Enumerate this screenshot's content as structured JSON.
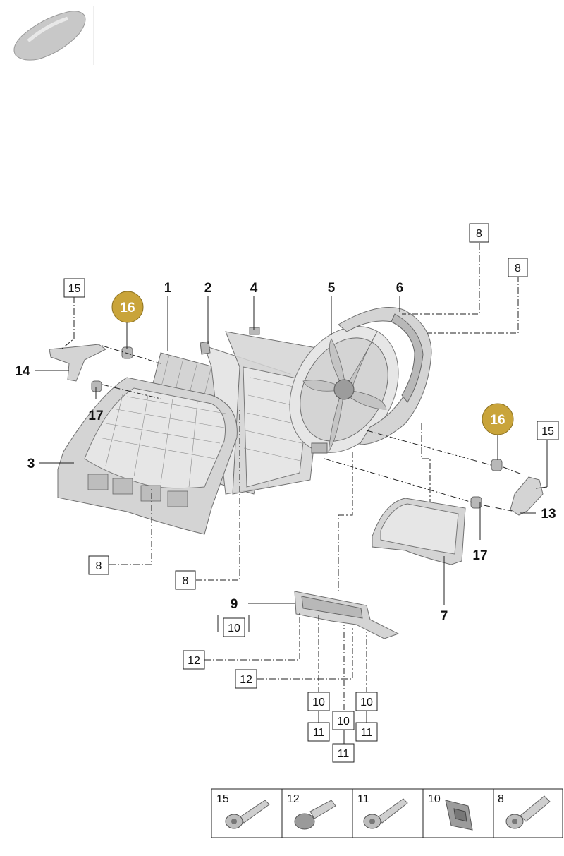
{
  "callouts": {
    "c1": "1",
    "c2": "2",
    "c3": "3",
    "c4": "4",
    "c5": "5",
    "c6": "6",
    "c7": "7",
    "c9": "9",
    "c13": "13",
    "c14": "14",
    "c17a": "17",
    "c17b": "17"
  },
  "boxed": {
    "b8_top1": "8",
    "b8_top2": "8",
    "b15_left": "15",
    "b15_right": "15",
    "b8_left": "8",
    "b8_mid": "8",
    "b10_nine": "10",
    "b12_a": "12",
    "b12_b": "12",
    "b10_a": "10",
    "b10_b": "10",
    "b10_c": "10",
    "b11_a": "11",
    "b11_b": "11",
    "b11_c": "11"
  },
  "highlighted": {
    "h16_left": "16",
    "h16_right": "16"
  },
  "legend": [
    {
      "label": "15",
      "icon": "screw-15-icon"
    },
    {
      "label": "12",
      "icon": "expansion-rivet-12-icon"
    },
    {
      "label": "11",
      "icon": "screw-11-icon"
    },
    {
      "label": "10",
      "icon": "clip-nut-10-icon"
    },
    {
      "label": "8",
      "icon": "screw-8-icon"
    }
  ],
  "colors": {
    "highlight": "#c9a43a",
    "highlight_stroke": "#8e7322"
  }
}
